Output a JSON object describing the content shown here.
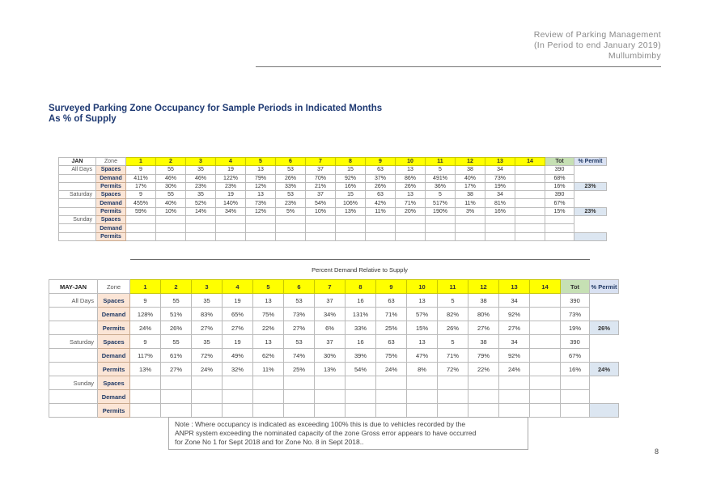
{
  "header": {
    "line1": "Review of Parking Management",
    "line2": "(In Period to end January 2019)",
    "line3": "Mullumbimby"
  },
  "title": {
    "line1": "Surveyed Parking Zone Occupancy for Sample Periods in Indicated Months",
    "line2": "As % of Supply"
  },
  "table1": {
    "period": "JAN",
    "zone_label": "Zone",
    "zones": [
      "1",
      "2",
      "3",
      "4",
      "5",
      "6",
      "7",
      "8",
      "9",
      "10",
      "11",
      "12",
      "13",
      "14"
    ],
    "tot_label": "Tot",
    "permit_label": "% Permit",
    "rows": [
      {
        "group": "All Days",
        "label": "Spaces",
        "values": [
          "9",
          "55",
          "35",
          "19",
          "13",
          "53",
          "37",
          "15",
          "63",
          "13",
          "5",
          "38",
          "34",
          ""
        ],
        "tot": "390",
        "permit": ""
      },
      {
        "group": "",
        "label": "Demand",
        "values": [
          "411%",
          "46%",
          "46%",
          "122%",
          "79%",
          "26%",
          "70%",
          "92%",
          "37%",
          "86%",
          "491%",
          "40%",
          "73%",
          ""
        ],
        "tot": "68%",
        "permit": ""
      },
      {
        "group": "",
        "label": "Permits",
        "values": [
          "17%",
          "30%",
          "23%",
          "23%",
          "12%",
          "33%",
          "21%",
          "16%",
          "26%",
          "26%",
          "36%",
          "17%",
          "19%",
          ""
        ],
        "tot": "16%",
        "permit": "23%"
      },
      {
        "group": "Saturday",
        "label": "Spaces",
        "values": [
          "9",
          "55",
          "35",
          "19",
          "13",
          "53",
          "37",
          "15",
          "63",
          "13",
          "5",
          "38",
          "34",
          ""
        ],
        "tot": "390",
        "permit": ""
      },
      {
        "group": "",
        "label": "Demand",
        "values": [
          "455%",
          "40%",
          "52%",
          "140%",
          "73%",
          "23%",
          "54%",
          "106%",
          "42%",
          "71%",
          "517%",
          "11%",
          "81%",
          ""
        ],
        "tot": "67%",
        "permit": ""
      },
      {
        "group": "",
        "label": "Permits",
        "values": [
          "59%",
          "10%",
          "14%",
          "34%",
          "12%",
          "5%",
          "10%",
          "13%",
          "11%",
          "20%",
          "190%",
          "3%",
          "16%",
          ""
        ],
        "tot": "15%",
        "permit": "23%"
      },
      {
        "group": "Sunday",
        "label": "Spaces",
        "values": [
          "",
          "",
          "",
          "",
          "",
          "",
          "",
          "",
          "",
          "",
          "",
          "",
          "",
          ""
        ],
        "tot": "",
        "permit": ""
      },
      {
        "group": "",
        "label": "Demand",
        "values": [
          "",
          "",
          "",
          "",
          "",
          "",
          "",
          "",
          "",
          "",
          "",
          "",
          "",
          ""
        ],
        "tot": "",
        "permit": ""
      },
      {
        "group": "",
        "label": "Permits",
        "values": [
          "",
          "",
          "",
          "",
          "",
          "",
          "",
          "",
          "",
          "",
          "",
          "",
          "",
          ""
        ],
        "tot": "",
        "permit": ""
      }
    ]
  },
  "table2": {
    "caption": "Percent Demand Relative to Supply",
    "period": "MAY-JAN",
    "zone_label": "Zone",
    "zones": [
      "1",
      "2",
      "3",
      "4",
      "5",
      "6",
      "7",
      "8",
      "9",
      "10",
      "11",
      "12",
      "13",
      "14"
    ],
    "tot_label": "Tot",
    "permit_label": "% Permit",
    "rows": [
      {
        "group": "All Days",
        "label": "Spaces",
        "values": [
          "9",
          "55",
          "35",
          "19",
          "13",
          "53",
          "37",
          "16",
          "63",
          "13",
          "5",
          "38",
          "34",
          ""
        ],
        "tot": "390",
        "permit": ""
      },
      {
        "group": "",
        "label": "Demand",
        "values": [
          "128%",
          "51%",
          "83%",
          "65%",
          "75%",
          "73%",
          "34%",
          "131%",
          "71%",
          "57%",
          "82%",
          "80%",
          "92%",
          ""
        ],
        "tot": "73%",
        "permit": ""
      },
      {
        "group": "",
        "label": "Permits",
        "values": [
          "24%",
          "26%",
          "27%",
          "27%",
          "22%",
          "27%",
          "6%",
          "33%",
          "25%",
          "15%",
          "26%",
          "27%",
          "27%",
          ""
        ],
        "tot": "19%",
        "permit": "26%"
      },
      {
        "group": "Saturday",
        "label": "Spaces",
        "values": [
          "9",
          "55",
          "35",
          "19",
          "13",
          "53",
          "37",
          "16",
          "63",
          "13",
          "5",
          "38",
          "34",
          ""
        ],
        "tot": "390",
        "permit": ""
      },
      {
        "group": "",
        "label": "Demand",
        "values": [
          "117%",
          "61%",
          "72%",
          "49%",
          "62%",
          "74%",
          "30%",
          "39%",
          "75%",
          "47%",
          "71%",
          "79%",
          "92%",
          ""
        ],
        "tot": "67%",
        "permit": ""
      },
      {
        "group": "",
        "label": "Permits",
        "values": [
          "13%",
          "27%",
          "24%",
          "32%",
          "11%",
          "25%",
          "13%",
          "54%",
          "24%",
          "8%",
          "72%",
          "22%",
          "24%",
          ""
        ],
        "tot": "16%",
        "permit": "24%"
      },
      {
        "group": "Sunday",
        "label": "Spaces",
        "values": [
          "",
          "",
          "",
          "",
          "",
          "",
          "",
          "",
          "",
          "",
          "",
          "",
          "",
          ""
        ],
        "tot": "",
        "permit": ""
      },
      {
        "group": "",
        "label": "Demand",
        "values": [
          "",
          "",
          "",
          "",
          "",
          "",
          "",
          "",
          "",
          "",
          "",
          "",
          "",
          ""
        ],
        "tot": "",
        "permit": ""
      },
      {
        "group": "",
        "label": "Permits",
        "values": [
          "",
          "",
          "",
          "",
          "",
          "",
          "",
          "",
          "",
          "",
          "",
          "",
          "",
          ""
        ],
        "tot": "",
        "permit": ""
      }
    ]
  },
  "note": {
    "line1": "Note : Where occupancy is indicated as exceeding 100% this is due to vehicles recorded by the",
    "line2": "ANPR system exceeding the nominated capacity of the zone  Gross error appears to have occurred",
    "line3": "for Zone No 1 for Sept 2018 and for Zone No. 8 in Sept 2018.."
  },
  "page_number": "8"
}
